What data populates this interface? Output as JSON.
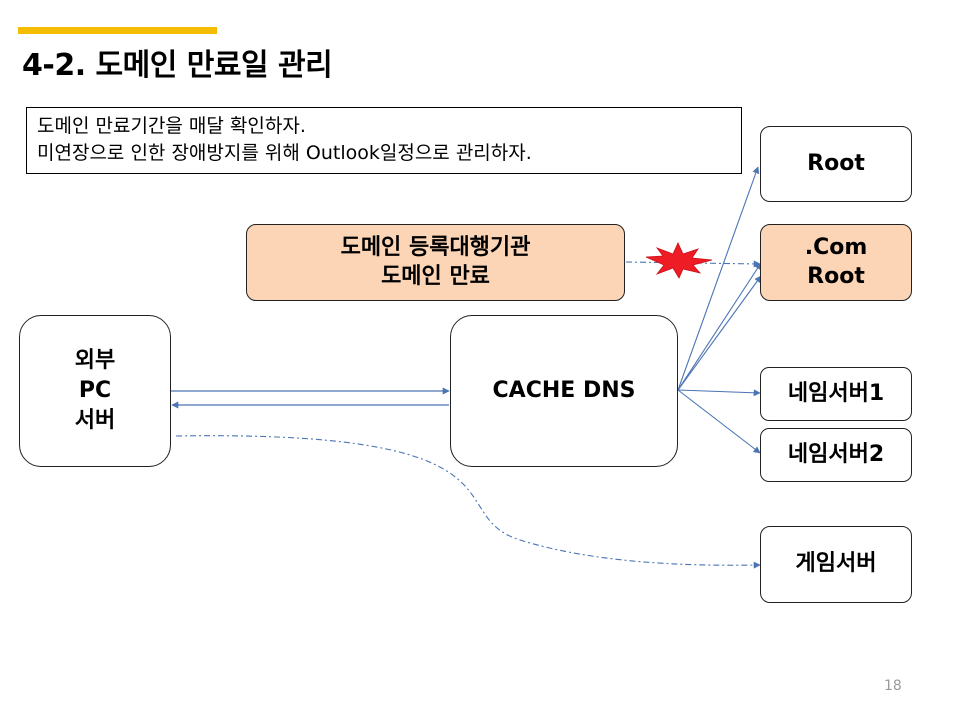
{
  "slide": {
    "title": "4-2. 도메인 만료일 관리",
    "page_number": "18"
  },
  "note": {
    "line1": "도메인 만료기간을 매달 확인하자.",
    "line2": "미연장으로 인한 장애방지를 위해 Outlook일정으로 관리하자."
  },
  "nodes": {
    "client": {
      "lines": [
        "외부",
        "PC",
        "서버"
      ]
    },
    "registrar": {
      "lines": [
        "도메인 등록대행기관",
        "도메인 만료"
      ]
    },
    "cache_dns": {
      "label": "CACHE DNS"
    },
    "root": {
      "label": "Root"
    },
    "com_root": {
      "lines": [
        ".Com",
        "Root"
      ]
    },
    "ns1": {
      "label": "네임서버1"
    },
    "ns2": {
      "label": "네임서버2"
    },
    "game_server": {
      "label": "게임서버"
    }
  },
  "colors": {
    "accent_bar": "#f5bd02",
    "peach_fill": "#fbd5b6",
    "arrow": "#4a74b4",
    "burst": "#ee1c25"
  },
  "icons": {
    "burst": "explosion-burst-icon"
  }
}
